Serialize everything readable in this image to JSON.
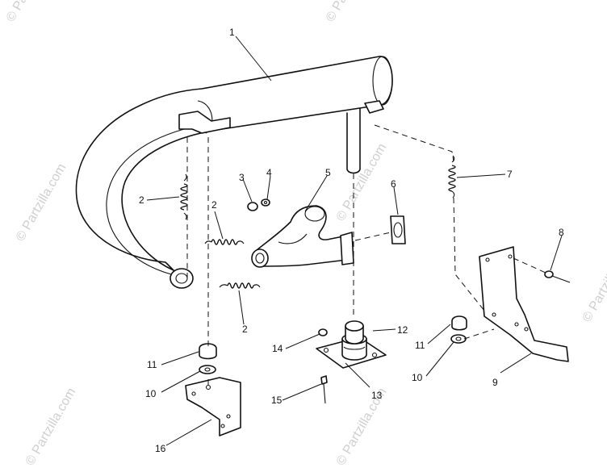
{
  "watermark": {
    "text": "© Partzilla.com",
    "color": "#cfcfcf"
  },
  "callouts": {
    "p1": "1",
    "p2a": "2",
    "p2b": "2",
    "p2c": "2",
    "p3": "3",
    "p4": "4",
    "p5": "5",
    "p6": "6",
    "p7": "7",
    "p8": "8",
    "p9": "9",
    "p10a": "10",
    "p10b": "10",
    "p11a": "11",
    "p11b": "11",
    "p12": "12",
    "p13": "13",
    "p14": "14",
    "p15": "15",
    "p16": "16"
  }
}
